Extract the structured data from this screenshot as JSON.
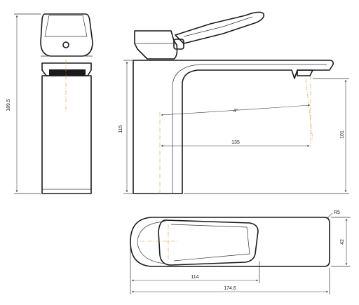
{
  "dimensions": {
    "side_total_height": "189.5",
    "body_height": "115",
    "spout_height": "101",
    "angle": "4°",
    "spout_reach": "135",
    "top_inner_length": "114",
    "top_total_length": "174.6",
    "top_width": "42",
    "corner_radius": "R5"
  },
  "colors": {
    "ink": "#1a1a1a",
    "dimension_line": "#444444",
    "centerline": "#c9a24a",
    "background": "#ffffff"
  }
}
